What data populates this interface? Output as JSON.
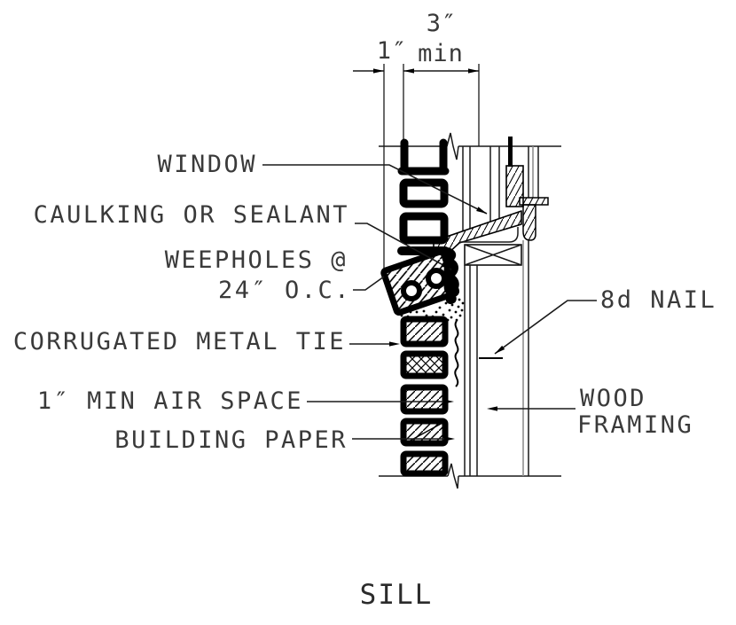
{
  "drawing": {
    "title": "SILL",
    "type_note": "window sill construction detail, brick veneer wall section",
    "dimensions": {
      "dim_3in": "3″",
      "dim_min": "min",
      "dim_1in": "1″"
    },
    "callouts": {
      "window": "WINDOW",
      "caulking": "CAULKING OR SEALANT",
      "weepholes_line1": "WEEPHOLES @",
      "weepholes_line2": "24″ O.C.",
      "metal_tie": "CORRUGATED METAL TIE",
      "air_space": "1″ MIN AIR SPACE",
      "building_paper": "BUILDING PAPER",
      "nail": "8d NAIL",
      "wood_framing_line1": "WOOD",
      "wood_framing_line2": "FRAMING"
    },
    "colors": {
      "line": "#000000",
      "text": "#3a3a3a",
      "background": "#ffffff"
    }
  }
}
